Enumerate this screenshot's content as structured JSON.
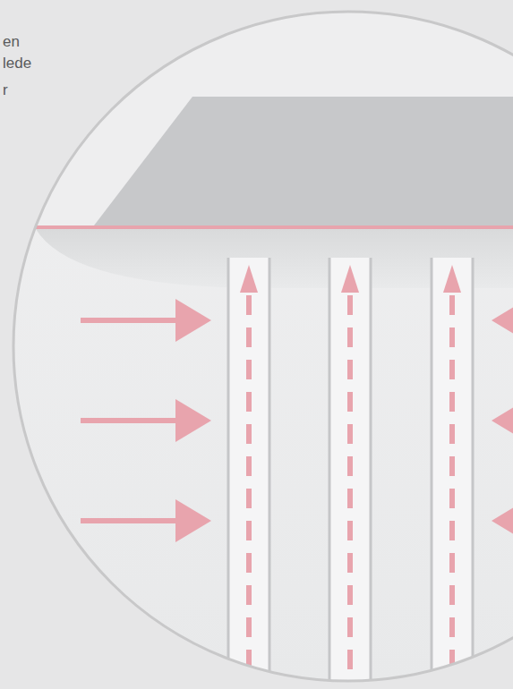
{
  "diagram": {
    "labels": [
      "en",
      "lede",
      "r"
    ]
  }
}
